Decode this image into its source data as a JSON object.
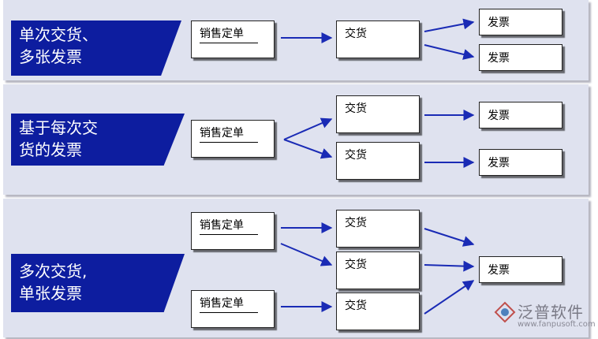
{
  "scenarios": [
    {
      "title_line1": "单次交货、",
      "title_line2": "多张发票",
      "orders": [
        "销售定单"
      ],
      "deliveries": [
        "交货"
      ],
      "invoices": [
        "发票",
        "发票"
      ]
    },
    {
      "title_line1": "基于每次交",
      "title_line2": "货的发票",
      "orders": [
        "销售定单"
      ],
      "deliveries": [
        "交货",
        "交货"
      ],
      "invoices": [
        "发票",
        "发票"
      ]
    },
    {
      "title_line1": "多次交货,",
      "title_line2": "单张发票",
      "orders": [
        "销售定单",
        "销售定单"
      ],
      "deliveries": [
        "交货",
        "交货",
        "交货"
      ],
      "invoices": [
        "发票"
      ]
    }
  ],
  "logo": {
    "name": "泛普软件",
    "url": "www.fanpusoft.com",
    "icon": "fanpu-logo-icon"
  },
  "colors": {
    "panel_bg": "#dfe2ef",
    "banner_bg": "#0d1d9f",
    "arrow": "#1a2bb5"
  }
}
